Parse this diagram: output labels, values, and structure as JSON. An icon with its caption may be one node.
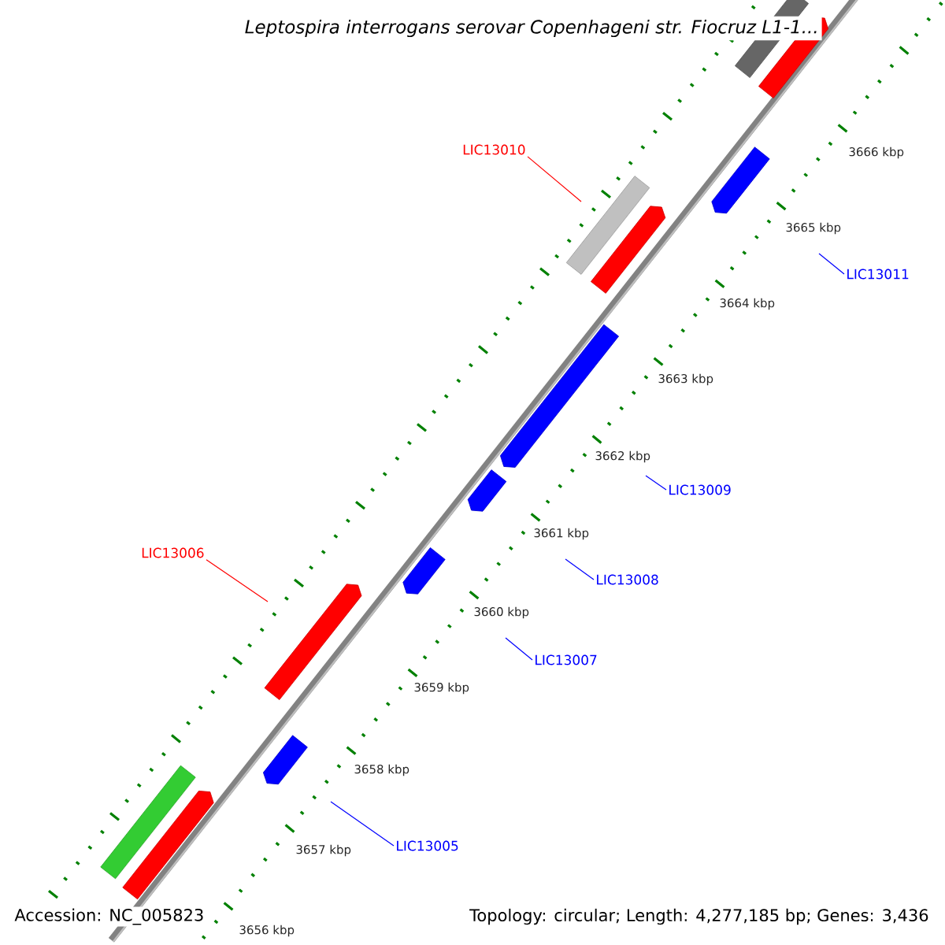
{
  "diagram": {
    "title": "Leptospira interrogans serovar Copenhageni str. Fiocruz L1-1...",
    "nodes": [
      {
        "text": [
          "LIC13010"
        ]
      },
      {
        "text": [
          "LIC13011"
        ]
      },
      {
        "text": [
          "LIC13009"
        ]
      },
      {
        "text": [
          "LIC13008"
        ]
      },
      {
        "text": [
          "LIC13006"
        ]
      },
      {
        "text": [
          "LIC13007"
        ]
      },
      {
        "text": [
          "LIC13005"
        ]
      }
    ],
    "edges": [
      {
        "from": 0,
        "to": null,
        "arrow": "none",
        "color": "#ff0000"
      },
      {
        "from": 1,
        "to": null,
        "arrow": "none"
      },
      {
        "from": 2,
        "to": null,
        "arrow": "none"
      },
      {
        "from": 3,
        "to": null,
        "arrow": "none"
      },
      {
        "from": 4,
        "to": null,
        "arrow": "none",
        "color": "#ff0000"
      },
      {
        "from": 5,
        "to": null,
        "arrow": "none"
      },
      {
        "from": 6,
        "to": null,
        "arrow": "none"
      }
    ],
    "labels": [
      "3666 kbp",
      "3665 kbp",
      "3664 kbp",
      "3663 kbp",
      "3662 kbp",
      "3661 kbp",
      "3660 kbp",
      "3659 kbp",
      "3658 kbp",
      "3657 kbp",
      "3656 kbp",
      "Accession: NC_005823",
      "Topology: circular; Length: 4,277,185 bp; Genes: 3,436"
    ]
  }
}
